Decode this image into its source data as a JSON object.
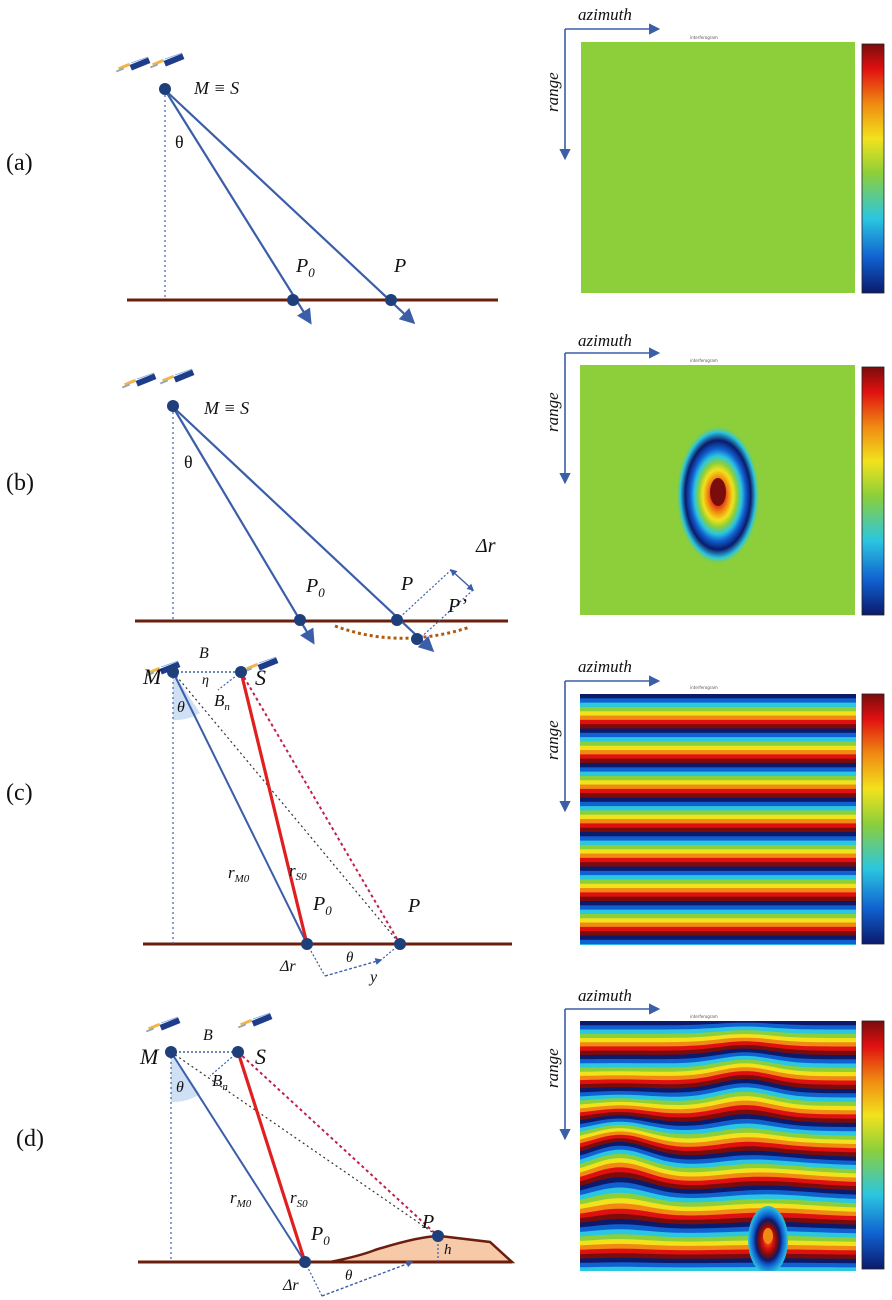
{
  "panels": [
    {
      "id": "a",
      "label": "(a)",
      "sat_label": "M ≡ S",
      "theta": "θ",
      "p0_label": "P",
      "p0_sub": "0",
      "p_label": "P",
      "axis_azimuth": "azimuth",
      "axis_range": "range",
      "image_title": "interferogram",
      "pattern": "uniform"
    },
    {
      "id": "b",
      "label": "(b)",
      "sat_label": "M ≡ S",
      "theta": "θ",
      "p0_label": "P",
      "p0_sub": "0",
      "p_label": "P",
      "pprime_label": "P’",
      "dr_label": "Δr",
      "axis_azimuth": "azimuth",
      "axis_range": "range",
      "image_title": "interferogram",
      "pattern": "bullseye"
    },
    {
      "id": "c",
      "label": "(c)",
      "m_label": "M",
      "s_label": "S",
      "b_label": "B",
      "bn_label": "B",
      "bn_sub": "n",
      "eta": "η",
      "theta": "θ",
      "rm0_label": "r",
      "rm0_sub": "M0",
      "rs0_label": "r",
      "rs0_sub": "S0",
      "p0_label": "P",
      "p0_sub": "0",
      "p_label": "P",
      "dr_label": "Δr",
      "theta2": "θ",
      "y_label": "y",
      "axis_azimuth": "azimuth",
      "axis_range": "range",
      "image_title": "interferogram",
      "pattern": "flat_fringes"
    },
    {
      "id": "d",
      "label": "(d)",
      "m_label": "M",
      "s_label": "S",
      "b_label": "B",
      "bn_label": "B",
      "bn_sub": "n",
      "theta": "θ",
      "rm0_label": "r",
      "rm0_sub": "M0",
      "rs0_label": "r",
      "rs0_sub": "S0",
      "p0_label": "P",
      "p0_sub": "0",
      "p_label": "P",
      "h_label": "h",
      "dr_label": "Δr",
      "theta2": "θ",
      "axis_azimuth": "azimuth",
      "axis_range": "range",
      "image_title": "interferogram",
      "pattern": "topo_fringes"
    }
  ],
  "colors": {
    "ground": "#6b1d0e",
    "ray": "#3b5ea8",
    "slave_ray": "#e02020",
    "point": "#1e3f7a",
    "flat_phase": "#8ccf3a",
    "terrain": "#f6c9a8"
  },
  "colormap": [
    "#0b1a6b",
    "#1060d0",
    "#2bc6e0",
    "#8ccf3a",
    "#f2e21c",
    "#f08a12",
    "#e01010",
    "#7a0c0c"
  ],
  "icons": [
    "satellite-icon",
    "colorbar"
  ]
}
